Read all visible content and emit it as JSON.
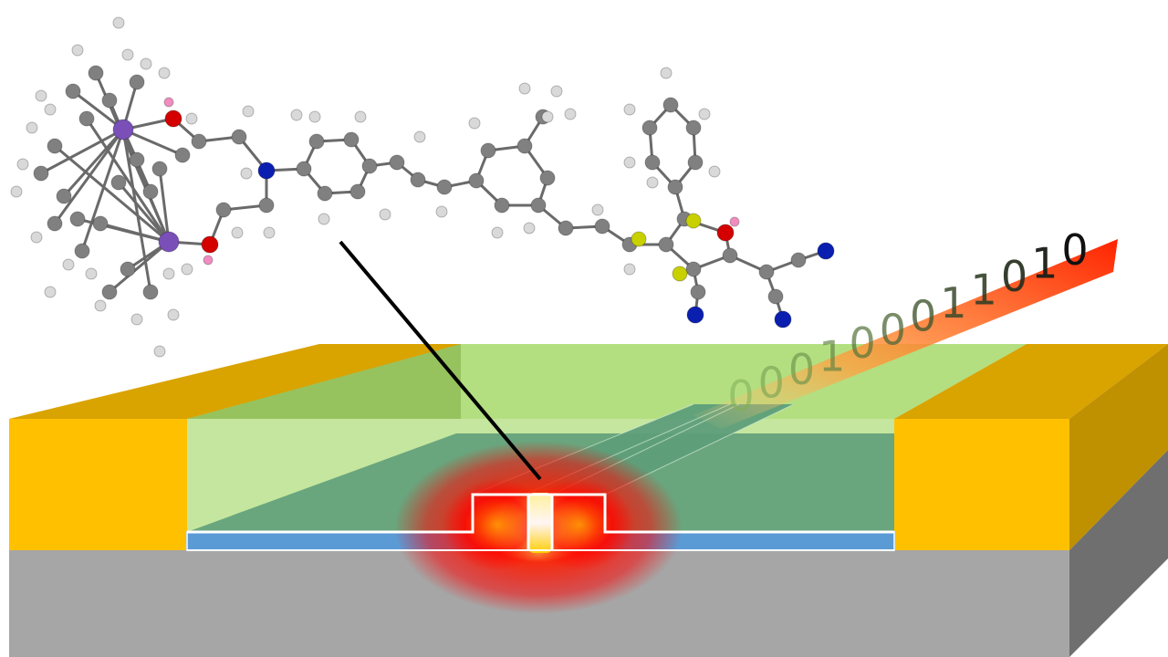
{
  "bitstream": {
    "digits": [
      "0",
      "0",
      "0",
      "1",
      "0",
      "0",
      "0",
      "1",
      "1",
      "0",
      "1",
      "0"
    ],
    "text_color_start": "#7fae56",
    "text_color_end": "#111111"
  },
  "colors": {
    "electrode": "#ffc000",
    "electrode_side": "#bf9000",
    "electrode_top": "#d9a300",
    "substrate": "#a6a6a6",
    "substrate_side": "#6f6f6f",
    "cladding": "#a6d96a",
    "core_layer": "#5b9bd5",
    "waveguide": "#5e9e7a",
    "optical_mode": "#ff0000",
    "arrow_start": "#ff9c2a",
    "arrow_end": "#ff2a00",
    "atom_carbon": "#808080",
    "atom_hydrogen": "#d9d9d9",
    "atom_nitrogen": "#0a1fb0",
    "atom_oxygen": "#d40000",
    "atom_sulfur": "#c8d000",
    "atom_silicon": "#7a4fb8",
    "atom_proton": "#f08cc0",
    "bond": "#6a6a6a"
  },
  "icons": [
    "molecule-structure",
    "optical-mode-glow",
    "bitstream-arrow"
  ]
}
